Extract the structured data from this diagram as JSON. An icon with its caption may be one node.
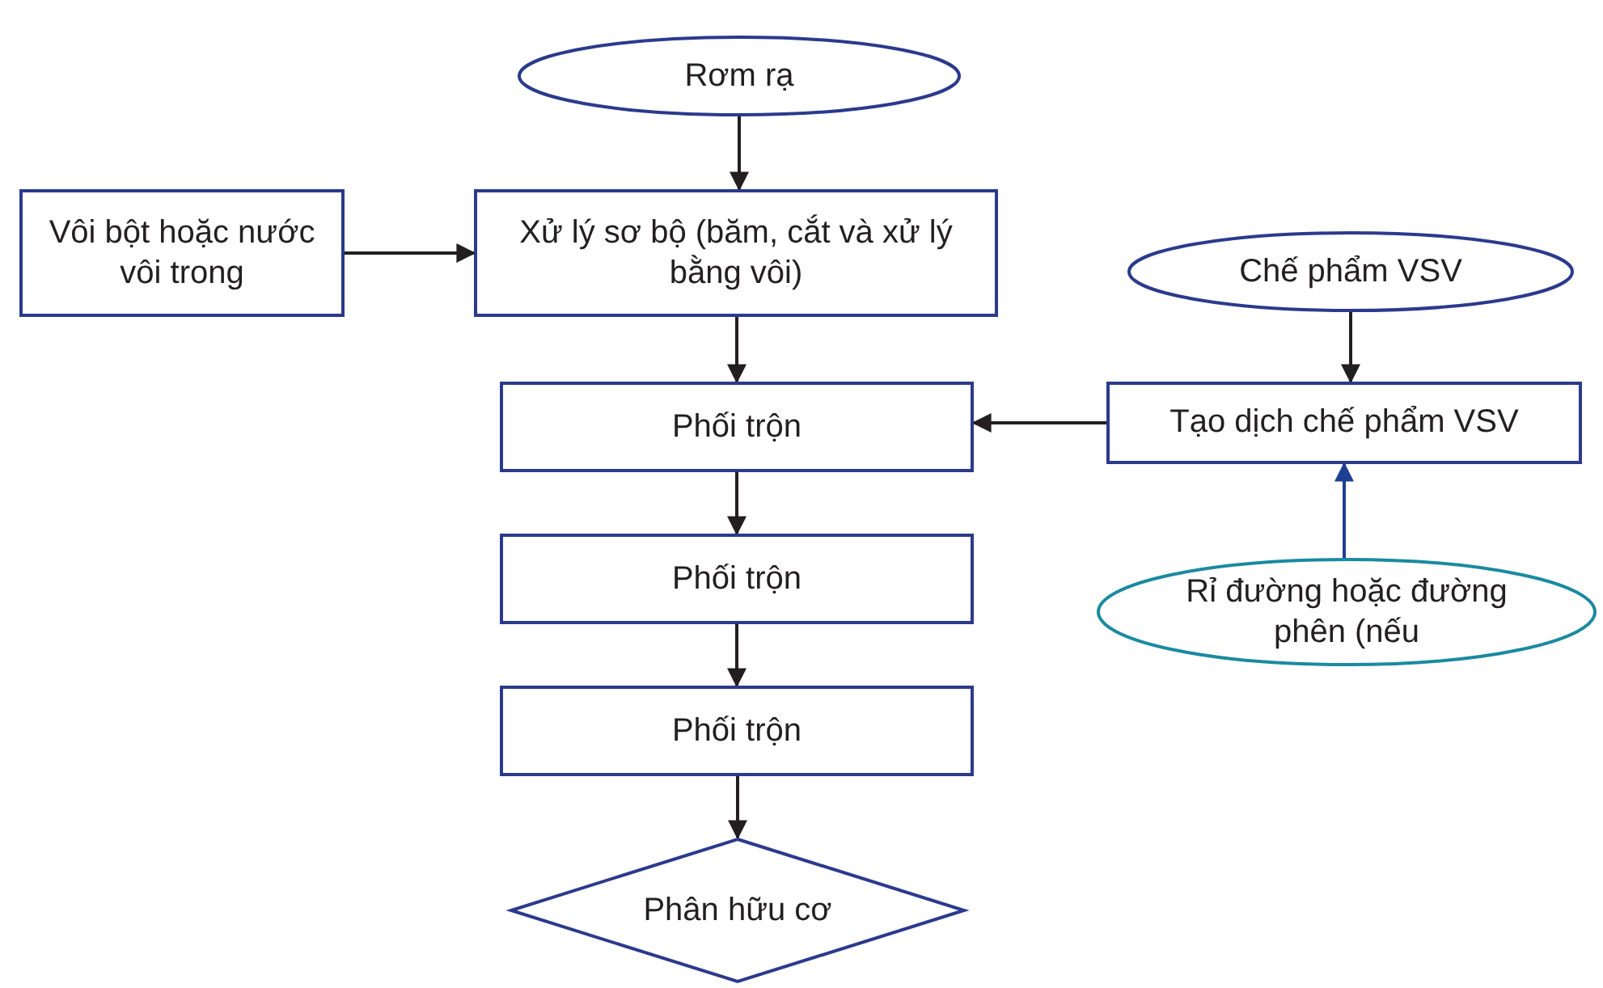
{
  "diagram": {
    "nodes": [
      {
        "text": [
          "Rơm rạ"
        ]
      },
      {
        "text": [
          "Vôi bột hoặc nước vôi trong"
        ]
      },
      {
        "text": [
          "Xử lý sơ bộ (băm, cắt và xử lý bằng vôi)"
        ]
      },
      {
        "text": [
          "Chế phẩm VSV"
        ]
      },
      {
        "text": [
          "Phối trộn"
        ]
      },
      {
        "text": [
          "Tạo dịch chế phẩm VSV"
        ]
      },
      {
        "text": [
          "Phối trộn"
        ]
      },
      {
        "text": [
          "Rỉ đường hoặc đường phên (nếu"
        ]
      },
      {
        "text": [
          "Phối trộn"
        ]
      },
      {
        "text": [
          "Phân hữu cơ"
        ]
      }
    ],
    "edges": [
      {
        "from": 0,
        "to": 2,
        "arrow": "to"
      },
      {
        "from": 1,
        "to": 2,
        "arrow": "to"
      },
      {
        "from": 2,
        "to": 4,
        "arrow": "to"
      },
      {
        "from": 3,
        "to": 5,
        "arrow": "to"
      },
      {
        "from": 5,
        "to": 4,
        "arrow": "to"
      },
      {
        "from": 7,
        "to": 5,
        "arrow": "to",
        "color": "#1d3f94"
      },
      {
        "from": 4,
        "to": 6,
        "arrow": "to"
      },
      {
        "from": 6,
        "to": 8,
        "arrow": "to"
      },
      {
        "from": 8,
        "to": 9,
        "arrow": "to"
      }
    ]
  }
}
